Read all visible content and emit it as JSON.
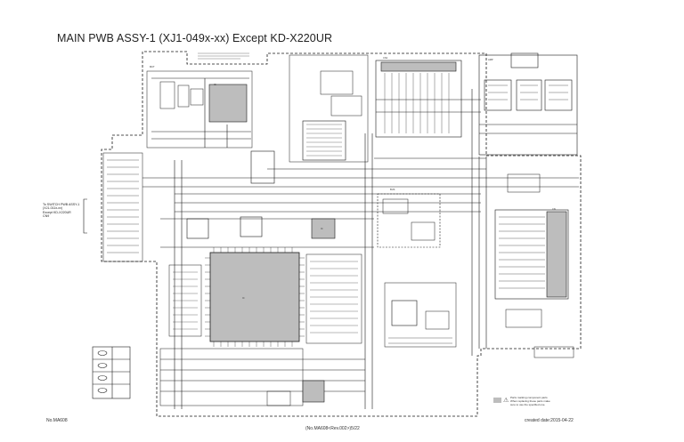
{
  "title": "MAIN PWB ASSY-1 (XJ1-049x-xx) Except KD-X220UR",
  "side_note": [
    "To SWITCH PWB ASSY-1",
    "(XJ1-011x-xx)",
    "Except KD-X220UR",
    "CN9"
  ],
  "legend": {
    "symbol": "⚠",
    "lines": [
      "Parts marking component parts",
      "When replacing these parts make",
      "sure to use the specified one."
    ]
  },
  "footer": {
    "left": "No.MA608",
    "center": "(No.MA608<Rev.002>)5/22",
    "right": "created date:2015-04-22"
  },
  "colors": {
    "line": "#1a1a1a",
    "ic_fill": "#bdbdbd",
    "shade": "#9a9a9a"
  }
}
